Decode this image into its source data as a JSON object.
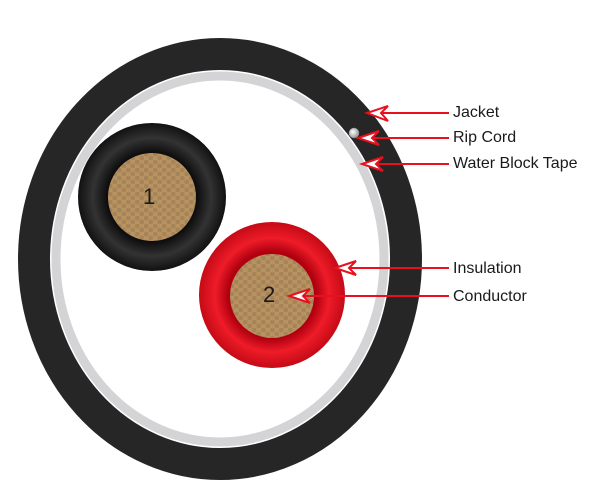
{
  "labels": {
    "jacket": "Jacket",
    "rip_cord": "Rip Cord",
    "water_block_tape": "Water Block Tape",
    "insulation": "Insulation",
    "conductor": "Conductor"
  },
  "conductors": [
    {
      "number": "1",
      "insulation_color": "#1e1e1e"
    },
    {
      "number": "2",
      "insulation_color": "#d5121e"
    }
  ],
  "colors": {
    "jacket": "#222222",
    "tape": "#d4d4d6",
    "copper": "#b48f60",
    "arrow": "#e8101e"
  }
}
